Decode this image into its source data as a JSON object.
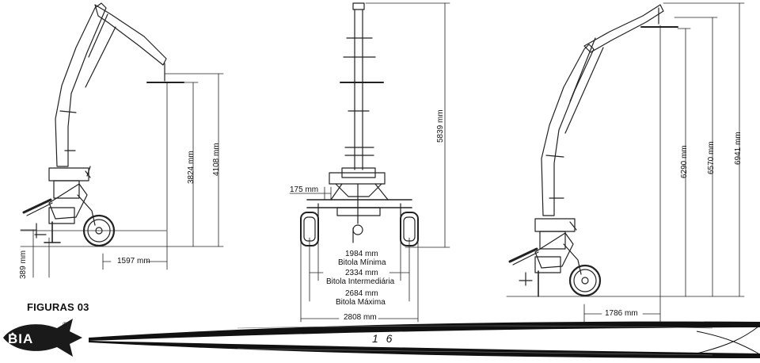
{
  "dimensions": {
    "left_height_a": "3824 mm",
    "left_height_b": "4108 mm",
    "left_ground_clearance": "389 mm",
    "left_reach": "1597 mm",
    "center_height": "5839 mm",
    "center_offset": "175 mm",
    "gauge_min_value": "1984 mm",
    "gauge_min_label": "Bitola Mínima",
    "gauge_mid_value": "2334 mm",
    "gauge_mid_label": "Bitola Intermediária",
    "gauge_max_value": "2684 mm",
    "gauge_max_label": "Bitola Máxima",
    "overall_width": "2808 mm",
    "right_height_a": "6290 mm",
    "right_height_b": "6570 mm",
    "right_height_c": "6941 mm",
    "right_reach": "1786 mm"
  },
  "figure_caption": "FIGURAS 03",
  "brand": {
    "name": "BIA",
    "registered": "®"
  },
  "page_number": "1 6"
}
